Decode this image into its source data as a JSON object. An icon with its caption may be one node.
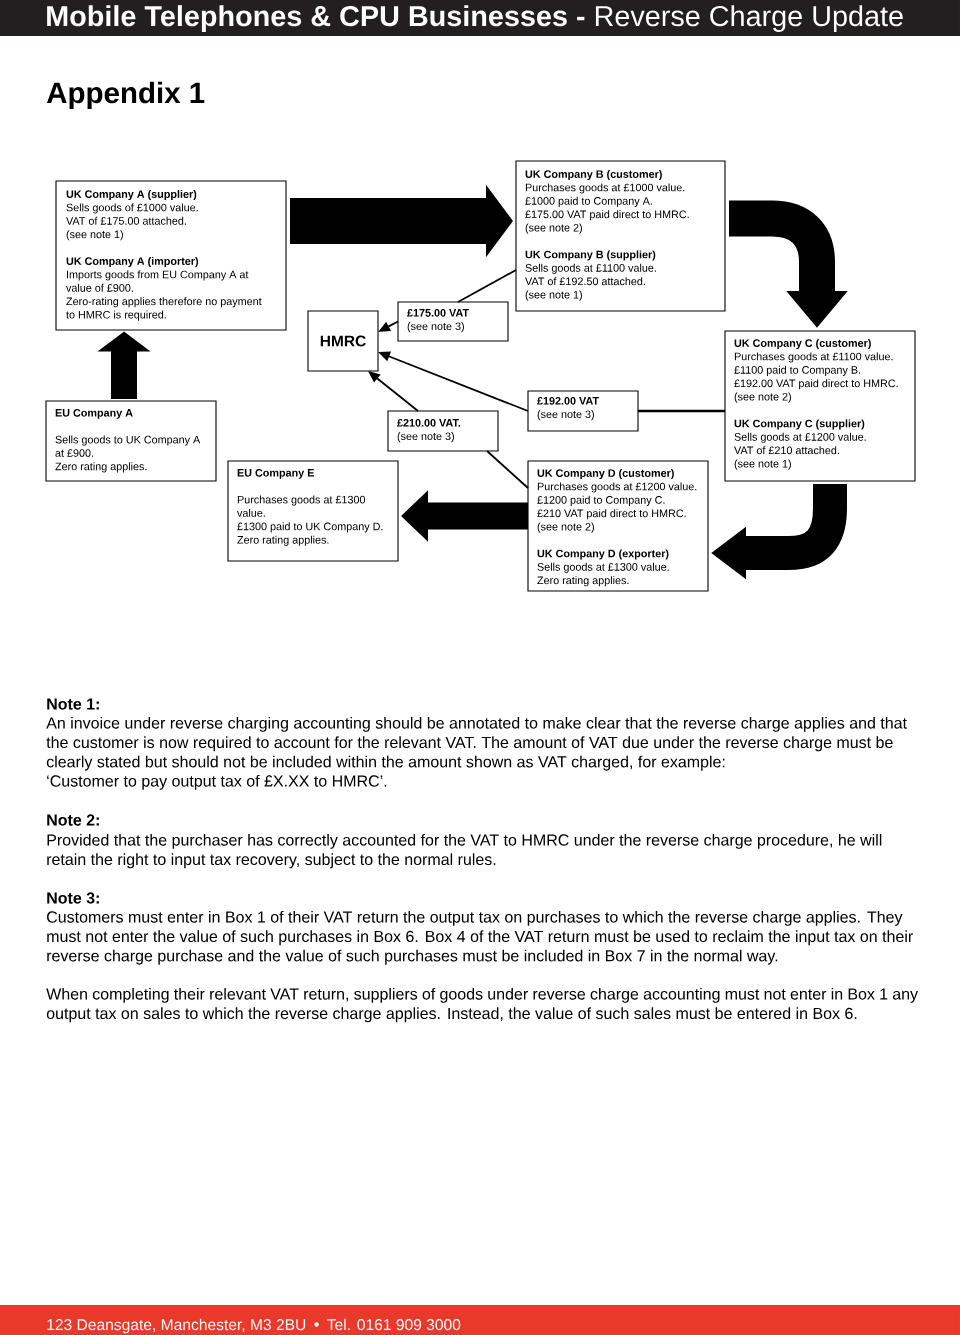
{
  "diagram": {
    "title": "**Mobile Telephones & CPU Businesses -** Reverse Charge Update",
    "nodes": [
      {
        "text": [
          "UK Company A (supplier)",
          "Sells goods of £1000 value.",
          "VAT of £175.00 attached.",
          "(see note 1)",
          "UK Company A (importer)",
          "Imports goods from EU Company A at value of £900.",
          "Zero-rating applies therefore no payment to HMRC is required."
        ]
      },
      {
        "text": [
          "EU Company A",
          "Sells goods to UK Company A at £900.",
          "Zero rating applies."
        ]
      },
      {
        "text": [
          "HMRC"
        ]
      },
      {
        "text": [
          "£175.00 VAT",
          "(see note 3)"
        ]
      },
      {
        "text": [
          "UK Company B (customer)",
          "Purchases goods at £1000 value.",
          "£1000 paid to Company A.",
          "£175.00 VAT paid direct to HMRC.",
          "(see note 2)",
          "UK Company B (supplier)",
          "Sells goods at £1100 value.",
          "VAT of £192.50 attached.",
          "(see note 1)"
        ]
      },
      {
        "text": [
          "£210.00 VAT.",
          "(see note 3)"
        ]
      },
      {
        "text": [
          "£192.00 VAT",
          "(see note 3)"
        ]
      },
      {
        "text": [
          "UK Company C (customer)",
          "Purchases goods at £1100 value.",
          "£1100 paid to Company B.",
          "£192.00 VAT paid direct to HMRC.",
          "(see note 2)",
          "UK Company C (supplier)",
          "Sells goods at £1200 value.",
          "VAT of £210 attached.",
          "(see note 1)"
        ]
      },
      {
        "text": [
          "EU Company E",
          "Purchases goods at £1300 value.",
          "£1300 paid to UK Company D.",
          "Zero rating applies."
        ]
      },
      {
        "text": [
          "UK Company D (customer)",
          "Purchases goods at £1200 value.",
          "£1200 paid to Company C.",
          "£210 VAT paid direct to HMRC.",
          "(see note 2)",
          "UK Company D (exporter)",
          "Sells goods at £1300 value.",
          "Zero rating applies."
        ]
      }
    ],
    "edges": [
      {
        "from": 1,
        "to": 0,
        "arrow": "to",
        "style": "thick"
      },
      {
        "from": 0,
        "to": 4,
        "arrow": "to",
        "style": "thick"
      },
      {
        "from": 4,
        "to": 7,
        "arrow": "to",
        "style": "thick"
      },
      {
        "from": 7,
        "to": 9,
        "arrow": "to",
        "style": "thick"
      },
      {
        "from": 9,
        "to": 8,
        "arrow": "to",
        "style": "thick"
      },
      {
        "from": 4,
        "to": 3,
        "arrow": "none"
      },
      {
        "from": 3,
        "to": 2,
        "arrow": "to"
      },
      {
        "from": 6,
        "to": 2,
        "arrow": "to"
      },
      {
        "from": 7,
        "to": 6,
        "arrow": "none"
      },
      {
        "from": 5,
        "to": 2,
        "arrow": "to"
      },
      {
        "from": 9,
        "to": 5,
        "arrow": "none"
      }
    ],
    "labels": [
      "Appendix 1",
      "Note 1:",
      "An invoice under reverse charging accounting should be annotated to make clear that the reverse charge applies and that the customer is now required to account for the relevant VAT. The amount of VAT due under the reverse charge must be clearly stated but should not be included within the amount shown as VAT charged, for example:",
      "‘Customer to pay output tax of £X.XX to HMRC’.",
      "Note 2:",
      "Provided that the purchaser has correctly accounted for the VAT to HMRC under the reverse charge procedure, he will retain the right to input tax recovery, subject to the normal rules.",
      "Note 3:",
      "Customers must enter in Box 1 of their VAT return the output tax on purchases to which the reverse charge applies. They must not enter the value of such purchases in Box 6. Box 4 of the VAT return must be used to reclaim the input tax on their reverse charge purchase and the value of such purchases must be included in Box 7 in the normal way.",
      "When completing their relevant VAT return, suppliers of goods under reverse charge accounting must not enter in Box 1 any output tax on sales to which the reverse charge applies. Instead, the value of such sales must be entered in Box 6.",
      "123 Deansgate, Manchester, M3 2BU",
      "Tel. 0161 909 3000"
    ]
  }
}
